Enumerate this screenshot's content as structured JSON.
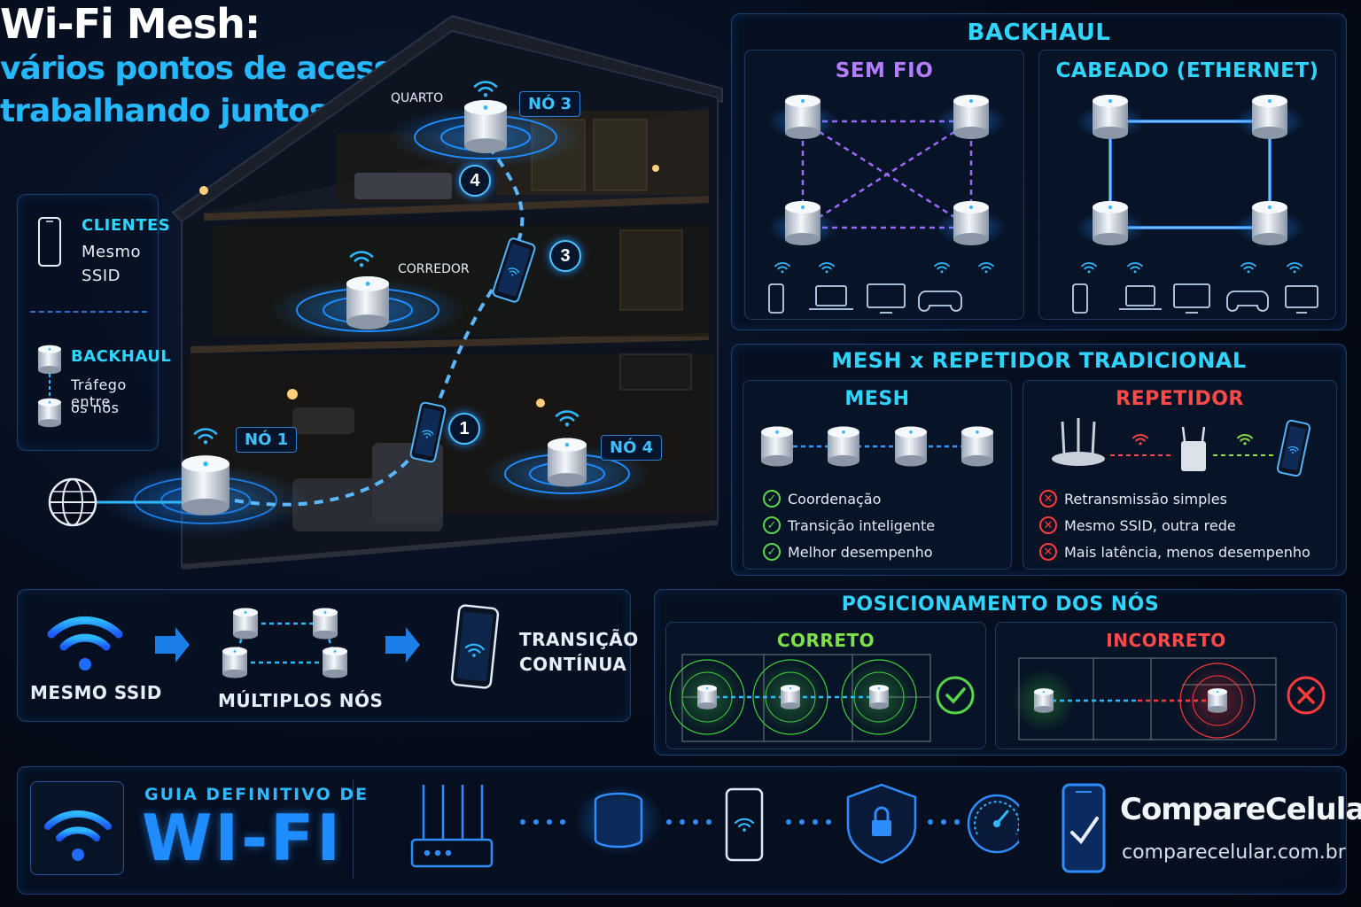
{
  "title": {
    "line1": "Wi-Fi Mesh:",
    "line2": "vários pontos de acesso",
    "line3": "trabalhando juntos"
  },
  "house": {
    "rooms": [
      "QUARTO",
      "CORREDOR"
    ],
    "nodes": [
      "NÓ 1",
      "NÓ 3",
      "NÓ 4"
    ],
    "steps": [
      "1",
      "3",
      "4"
    ]
  },
  "legend": {
    "clients_title": "CLIENTES",
    "clients_desc_1": "Mesmo",
    "clients_desc_2": "SSID",
    "backhaul_title": "BACKHAUL",
    "backhaul_desc_1": "Tráfego entre",
    "backhaul_desc_2": "os nós"
  },
  "backhaul_panel": {
    "title": "BACKHAUL",
    "wireless": "SEM FIO",
    "wired": "CABEADO (ETHERNET)"
  },
  "comparison": {
    "title": "MESH x REPETIDOR TRADICIONAL",
    "mesh_title": "MESH",
    "mesh_items": [
      "Coordenação",
      "Transição inteligente",
      "Melhor desempenho"
    ],
    "repeater_title": "REPETIDOR",
    "repeater_items": [
      "Retransmissão simples",
      "Mesmo SSID, outra rede",
      "Mais latência, menos desempenho"
    ]
  },
  "flow": {
    "ssid": "MESMO SSID",
    "nodes": "MÚLTIPLOS NÓS",
    "transition_1": "TRANSIÇÃO",
    "transition_2": "CONTÍNUA"
  },
  "placement": {
    "title": "POSICIONAMENTO DOS NÓS",
    "correct": "CORRETO",
    "incorrect": "INCORRETO"
  },
  "footer": {
    "guide_small": "GUIA DEFINITIVO DE",
    "guide_big": "WI-FI",
    "brand": "CompareCelular",
    "site": "comparecelular.com.br"
  },
  "colors": {
    "accent": "#2fd4ff",
    "blue": "#1e8cff",
    "purple": "#9b6bff",
    "green": "#58d64a",
    "red": "#ff3b3b"
  }
}
